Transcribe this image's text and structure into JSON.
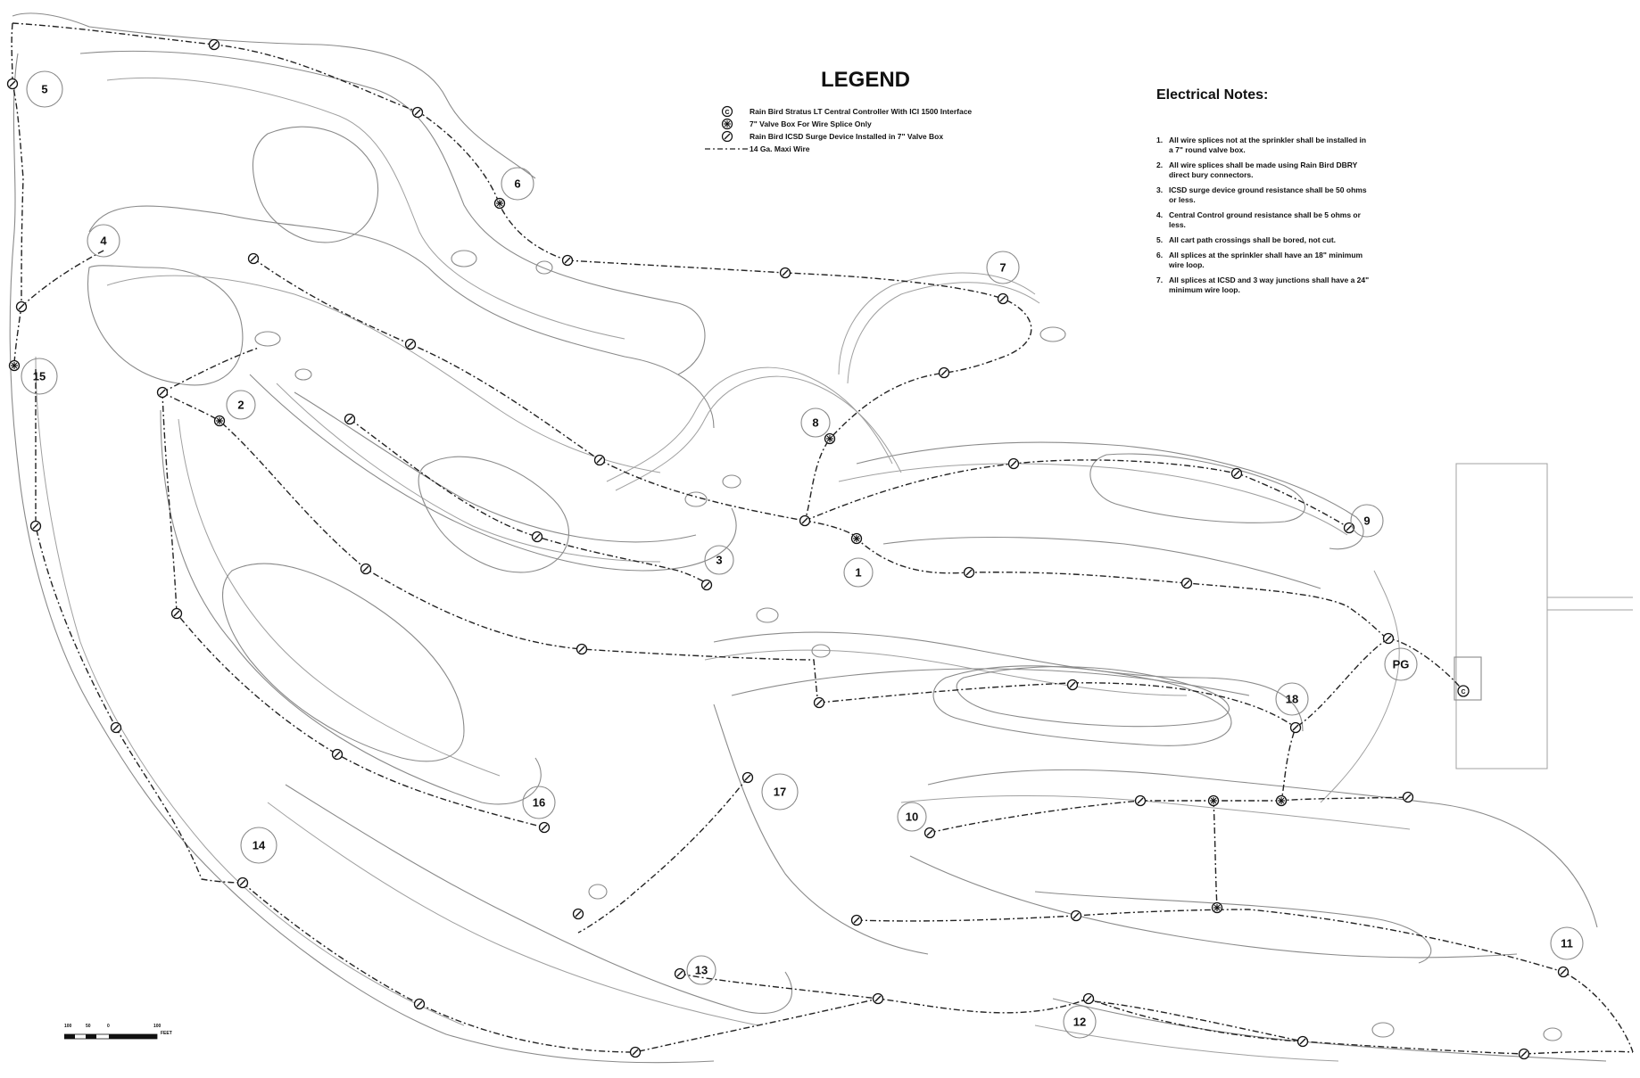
{
  "legend": {
    "title": "LEGEND",
    "items": [
      {
        "symbol": "controller-icon",
        "label": "Rain Bird Stratus LT Central Controller With ICI 1500 Interface"
      },
      {
        "symbol": "splice-box-icon",
        "label": "7\" Valve Box For Wire Splice Only"
      },
      {
        "symbol": "surge-device-icon",
        "label": "Rain Bird ICSD Surge Device Installed in 7\" Valve Box"
      },
      {
        "symbol": "maxi-wire-line",
        "label": "14 Ga. Maxi Wire"
      }
    ]
  },
  "electrical_notes": {
    "title": "Electrical Notes:",
    "items": [
      {
        "num": "1.",
        "text": "All wire splices not at the sprinkler shall be installed in a 7\" round valve box."
      },
      {
        "num": "2.",
        "text": "All wire splices shall be made using Rain Bird DBRY direct bury connectors."
      },
      {
        "num": "3.",
        "text": "ICSD surge device ground resistance shall be 50 ohms or less."
      },
      {
        "num": "4.",
        "text": "Central Control ground resistance shall be 5 ohms or less."
      },
      {
        "num": "5.",
        "text": "All cart path crossings shall be bored, not cut."
      },
      {
        "num": "6.",
        "text": "All splices at the sprinkler shall have an 18\" minimum wire loop."
      },
      {
        "num": "7.",
        "text": "All splices at ICSD and 3 way junctions shall have a 24\" minimum wire loop."
      }
    ]
  },
  "holes": [
    "1",
    "2",
    "3",
    "4",
    "5",
    "6",
    "7",
    "8",
    "9",
    "10",
    "11",
    "12",
    "13",
    "14",
    "15",
    "16",
    "17",
    "18",
    "PG"
  ],
  "controller_symbol": "C",
  "scale": {
    "labels": [
      "100",
      "50",
      "0",
      "100"
    ],
    "unit": "FEET"
  },
  "colors": {
    "wire": "#222222",
    "outline": "#8a8a8a",
    "background": "#ffffff"
  }
}
